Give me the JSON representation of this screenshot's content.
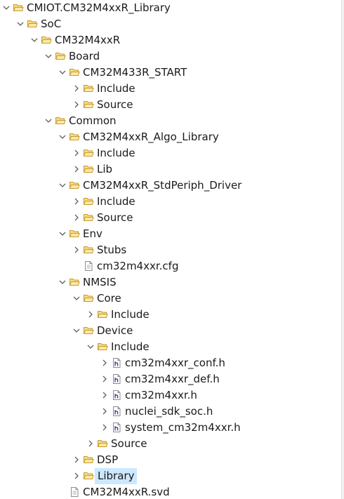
{
  "tree": {
    "rows": [
      {
        "label": "CMIOT.CM32M4xxR_Library",
        "depth": 0,
        "kind": "folder",
        "expanded": true
      },
      {
        "label": "SoC",
        "depth": 1,
        "kind": "folder",
        "expanded": true
      },
      {
        "label": "CM32M4xxR",
        "depth": 2,
        "kind": "folder",
        "expanded": true
      },
      {
        "label": "Board",
        "depth": 3,
        "kind": "folder",
        "expanded": true
      },
      {
        "label": "CM32M433R_START",
        "depth": 4,
        "kind": "folder",
        "expanded": true
      },
      {
        "label": "Include",
        "depth": 5,
        "kind": "folder",
        "expanded": false
      },
      {
        "label": "Source",
        "depth": 5,
        "kind": "folder",
        "expanded": false
      },
      {
        "label": "Common",
        "depth": 3,
        "kind": "folder",
        "expanded": true
      },
      {
        "label": "CM32M4xxR_Algo_Library",
        "depth": 4,
        "kind": "folder",
        "expanded": true
      },
      {
        "label": "Include",
        "depth": 5,
        "kind": "folder",
        "expanded": false
      },
      {
        "label": "Lib",
        "depth": 5,
        "kind": "folder",
        "expanded": false
      },
      {
        "label": "CM32M4xxR_StdPeriph_Driver",
        "depth": 4,
        "kind": "folder",
        "expanded": true
      },
      {
        "label": "Include",
        "depth": 5,
        "kind": "folder",
        "expanded": false
      },
      {
        "label": "Source",
        "depth": 5,
        "kind": "folder",
        "expanded": false
      },
      {
        "label": "Env",
        "depth": 4,
        "kind": "folder",
        "expanded": true
      },
      {
        "label": "Stubs",
        "depth": 5,
        "kind": "folder",
        "expanded": false
      },
      {
        "label": "cm32m4xxr.cfg",
        "depth": 5,
        "kind": "file"
      },
      {
        "label": "NMSIS",
        "depth": 4,
        "kind": "folder",
        "expanded": true
      },
      {
        "label": "Core",
        "depth": 5,
        "kind": "folder",
        "expanded": true
      },
      {
        "label": "Include",
        "depth": 6,
        "kind": "folder",
        "expanded": false
      },
      {
        "label": "Device",
        "depth": 5,
        "kind": "folder",
        "expanded": true
      },
      {
        "label": "Include",
        "depth": 6,
        "kind": "folder",
        "expanded": true
      },
      {
        "label": "cm32m4xxr_conf.h",
        "depth": 7,
        "kind": "header",
        "expanded": false
      },
      {
        "label": "cm32m4xxr_def.h",
        "depth": 7,
        "kind": "header",
        "expanded": false
      },
      {
        "label": "cm32m4xxr.h",
        "depth": 7,
        "kind": "header",
        "expanded": false
      },
      {
        "label": "nuclei_sdk_soc.h",
        "depth": 7,
        "kind": "header",
        "expanded": false
      },
      {
        "label": "system_cm32m4xxr.h",
        "depth": 7,
        "kind": "header",
        "expanded": false
      },
      {
        "label": "Source",
        "depth": 6,
        "kind": "folder",
        "expanded": false
      },
      {
        "label": "DSP",
        "depth": 5,
        "kind": "folder",
        "expanded": false
      },
      {
        "label": "Library",
        "depth": 5,
        "kind": "folder",
        "expanded": false,
        "selected": true
      },
      {
        "label": "CM32M4xxR.svd",
        "depth": 4,
        "kind": "file"
      }
    ]
  },
  "colors": {
    "folder_fill": "#f6dc8a",
    "folder_stroke": "#c89a2c",
    "twisty": "#606060",
    "file_stroke": "#8c8c8c",
    "header_letter": "#3c3c78",
    "selection": "#cce8ff"
  },
  "icons": {
    "folder": "folder-icon",
    "file": "file-icon",
    "header": "header-file-icon",
    "expanded": "chevron-down-icon",
    "collapsed": "chevron-right-icon"
  }
}
